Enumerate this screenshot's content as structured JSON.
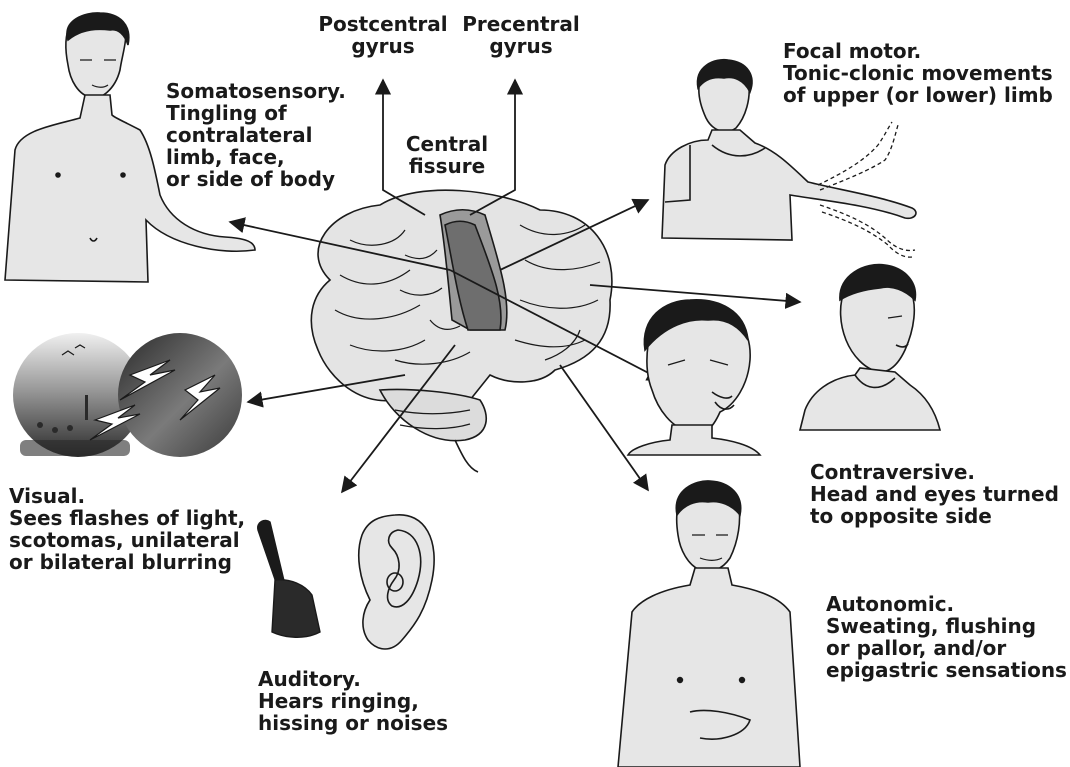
{
  "labels": {
    "postcentral": [
      "Postcentral",
      "gyrus"
    ],
    "precentral": [
      "Precentral",
      "gyrus"
    ],
    "central": [
      "Central",
      "fissure"
    ],
    "somatosensory": [
      "Somatosensory.",
      "Tingling of",
      "contralateral",
      "limb, face,",
      "or side of body"
    ],
    "focal_motor": [
      "Focal motor.",
      "Tonic-clonic movements",
      "of upper (or lower) limb"
    ],
    "contraversive": [
      "Contraversive.",
      "Head and eyes turned",
      "to opposite side"
    ],
    "visual": [
      "Visual.",
      "Sees flashes of light,",
      "scotomas, unilateral",
      "or bilateral blurring"
    ],
    "auditory": [
      "Auditory.",
      "Hears ringing,",
      "hissing or noises"
    ],
    "autonomic": [
      "Autonomic.",
      "Sweating, flushing",
      "or pallor, and/or",
      "epigastric sensations"
    ]
  },
  "colors": {
    "ink": "#1a1a1a",
    "skin": "#e6e6e6",
    "brain": "#e4e4e4",
    "cortex_dark": "#6e6e6e",
    "cortex_mid": "#9a9a9a"
  },
  "icons": [
    "brain-illustration",
    "man-torso",
    "man-arm-raised",
    "man-head-grimace",
    "man-head-turned",
    "visual-fields",
    "bell",
    "ear",
    "man-autonomic"
  ]
}
